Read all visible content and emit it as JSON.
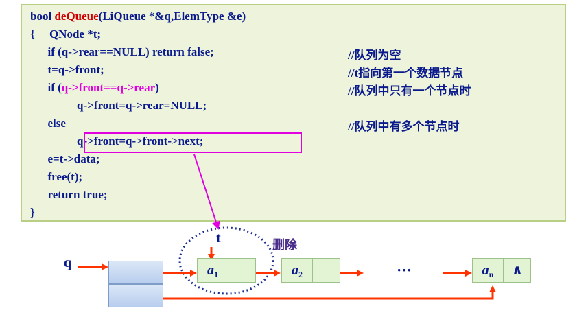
{
  "code": {
    "lines": [
      {
        "pre": "bool ",
        "fn": "deQueue",
        "post": "(LiQueue *&q,ElemType &e)"
      },
      {
        "text": "{     QNode *t;"
      },
      {
        "text": "      if (q->rear==NULL) return false;"
      },
      {
        "text": "      t=q->front;"
      },
      {
        "pre": "      if (",
        "hl": "q->front==q->rear",
        "post": ")"
      },
      {
        "text": "                q->front=q->rear=NULL;"
      },
      {
        "text": "      else"
      },
      {
        "text": "                q->front=q->front->next;"
      },
      {
        "text": "      e=t->data;"
      },
      {
        "text": "      free(t);"
      },
      {
        "text": "      return true;"
      },
      {
        "text": "}"
      }
    ],
    "comments": [
      "//队列为空",
      "//t指向第一个数据节点",
      "//队列中只有一个节点时",
      "//队列中有多个节点时"
    ]
  },
  "diagram": {
    "q_label": "q",
    "t_label": "t",
    "delete_label": "删除",
    "nodes": [
      {
        "name": "a",
        "sub": "1"
      },
      {
        "name": "a",
        "sub": "2"
      },
      {
        "name": "a",
        "sub": "n"
      }
    ],
    "ellipsis": "···",
    "null_symbol": "∧"
  },
  "colors": {
    "code_text": "#0a1a8c",
    "function_name": "#d10000",
    "highlight": "#e000e0",
    "arrow": "#ff3300",
    "node_fill": "#e3f4d4",
    "code_bg": "#eef4dc"
  }
}
